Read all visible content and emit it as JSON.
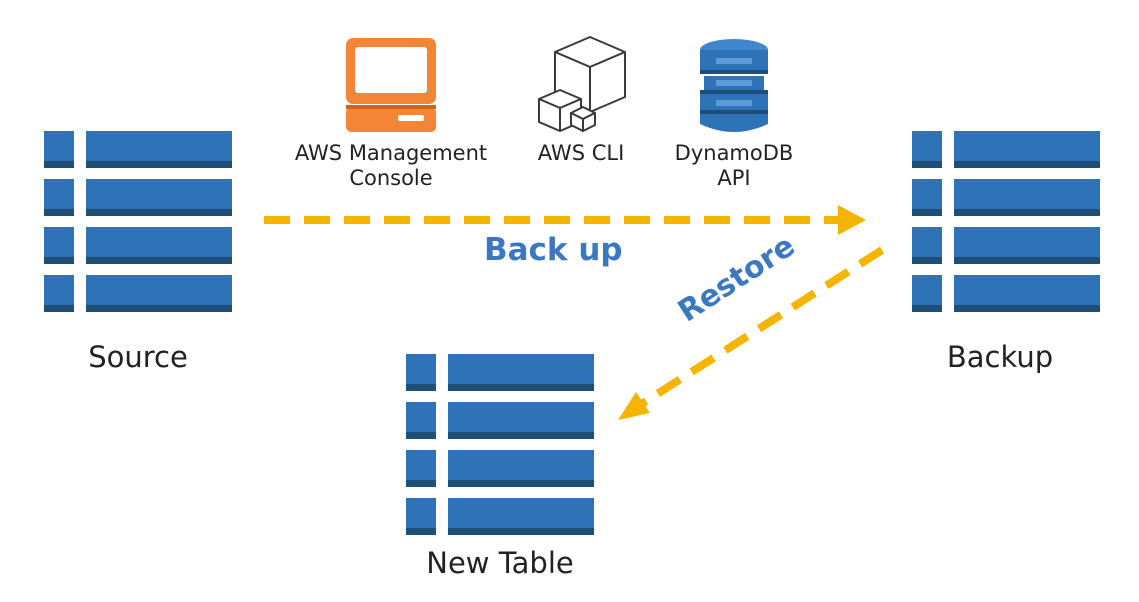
{
  "colors": {
    "table_fill": "#2E73B8",
    "table_shade": "#1F4E79",
    "arrow": "#F5B400",
    "action_text": "#3B78C2",
    "console_orange": "#F58536",
    "dynamo_blue": "#2E73B8",
    "text": "#222222"
  },
  "tables": {
    "source": {
      "label": "Source"
    },
    "backup": {
      "label": "Backup"
    },
    "new_table": {
      "label": "New Table"
    }
  },
  "tools": [
    {
      "label": "AWS Management Console",
      "icon": "monitor-icon"
    },
    {
      "label": "AWS CLI",
      "icon": "cubes-icon"
    },
    {
      "label": "DynamoDB API",
      "icon": "database-stack-icon"
    }
  ],
  "actions": {
    "backup_label": "Back up",
    "restore_label": "Restore"
  }
}
